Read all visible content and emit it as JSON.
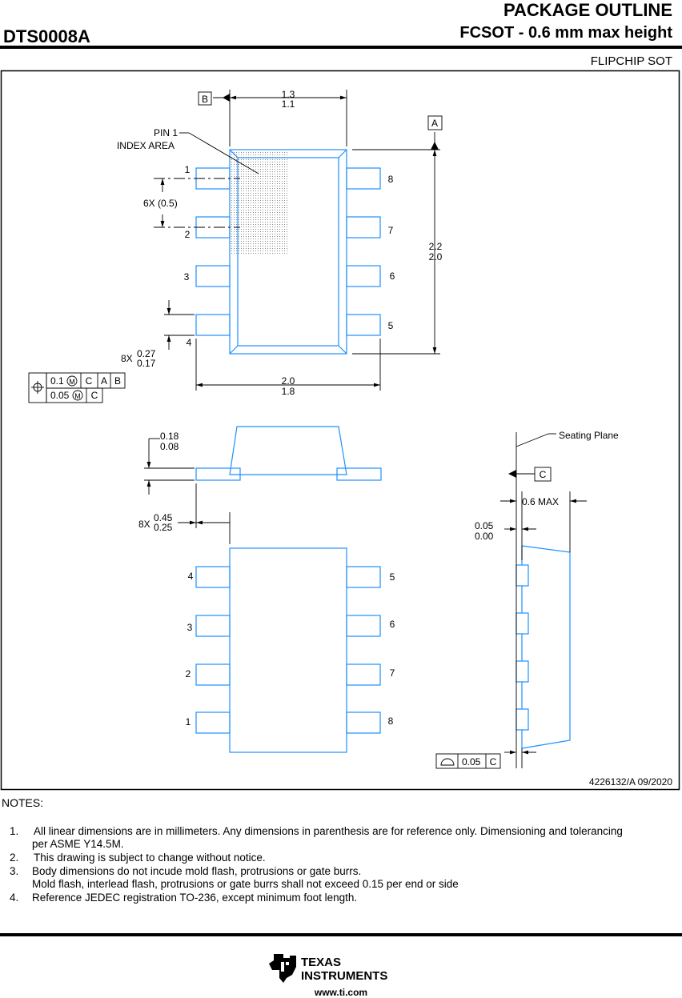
{
  "header": {
    "title": "PACKAGE OUTLINE",
    "subtitle": "FCSOT - 0.6 mm max height",
    "package_code": "DTS0008A",
    "package_type": "FLIPCHIP SOT"
  },
  "drawing": {
    "top_view": {
      "datum_b": "B",
      "datum_a": "A",
      "width_max": "1.3",
      "width_min": "1.1",
      "pin1_label": "PIN 1",
      "index_label": "INDEX AREA",
      "pitch": "6X (0.5)",
      "length_max": "2.2",
      "length_min": "2.0",
      "lead_w_prefix": "8X",
      "lead_w_max": "0.27",
      "lead_w_min": "0.17",
      "span_max": "2.0",
      "span_min": "1.8",
      "pins_left": [
        "1",
        "2",
        "3",
        "4"
      ],
      "pins_right": [
        "8",
        "7",
        "6",
        "5"
      ],
      "fcf_row1": [
        "0.1",
        "C",
        "A",
        "B"
      ],
      "fcf_row2": [
        "0.05",
        "C"
      ],
      "modifier": "M"
    },
    "side_view": {
      "standoff_max": "0.18",
      "standoff_min": "0.08",
      "lead_len_prefix": "8X",
      "lead_len_max": "0.45",
      "lead_len_min": "0.25",
      "seating_plane": "Seating Plane",
      "datum_c": "C",
      "height": "0.6 MAX",
      "gap_max": "0.05",
      "gap_min": "0.00",
      "coplanarity": "0.05",
      "coplanarity_datum": "C"
    },
    "bottom_view": {
      "pins_left": [
        "4",
        "3",
        "2",
        "1"
      ],
      "pins_right": [
        "5",
        "6",
        "7",
        "8"
      ]
    },
    "doc_number": "4226132/A   09/2020"
  },
  "notes": {
    "heading": "NOTES:",
    "items": [
      {
        "num": "1.",
        "lines": [
          "All linear dimensions are in millimeters. Any dimensions in parenthesis are for reference only. Dimensioning and tolerancing",
          "per ASME Y14.5M."
        ]
      },
      {
        "num": "2.",
        "lines": [
          "This drawing is subject to change without notice."
        ]
      },
      {
        "num": "3.",
        "lines": [
          "Body dimensions do not incude mold flash, protrusions or gate burrs.",
          "Mold flash, interlead flash, protrusions or gate burrs shall not exceed 0.15 per end or side"
        ]
      },
      {
        "num": "4.",
        "lines": [
          "Reference JEDEC registration TO-236, except minimum foot length."
        ]
      }
    ]
  },
  "footer": {
    "logo_line1": "TEXAS",
    "logo_line2": "INSTRUMENTS",
    "url": "www.ti.com"
  },
  "colors": {
    "outline": "#1e90ff",
    "line": "#000000"
  }
}
